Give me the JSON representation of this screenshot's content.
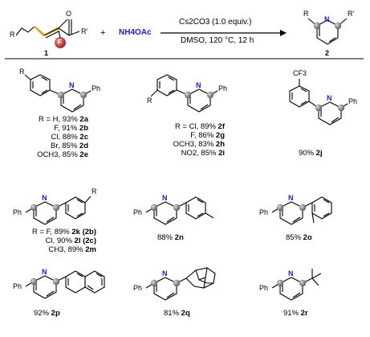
{
  "scheme": {
    "reactant_R": "R",
    "reactant_Rp": "R'",
    "reactant_O": "O",
    "reactant_F": "F",
    "reactant_number": "1",
    "plus": "+",
    "reagent": "NH4OAc",
    "condition_top": "Cs2CO3 (1.0 equiv.)",
    "condition_bottom": "DMSO, 120 °C, 12 h",
    "product_R": "R",
    "product_Rp": "R'",
    "product_N": "N",
    "product_number": "2"
  },
  "compounds": {
    "group_a": {
      "R_label": "R",
      "Ph": "Ph",
      "N": "N",
      "lines": [
        {
          "text": "R = H, 93% ",
          "id": "2a"
        },
        {
          "text": "F, 91% ",
          "id": "2b"
        },
        {
          "text": "Cl, 88% ",
          "id": "2c"
        },
        {
          "text": "Br, 85% ",
          "id": "2d"
        },
        {
          "text": "OCH3, 85% ",
          "id": "2e"
        }
      ]
    },
    "group_f": {
      "R_label": "R",
      "Ph": "Ph",
      "N": "N",
      "lines": [
        {
          "text": "R = Cl, 89% ",
          "id": "2f"
        },
        {
          "text": "F, 86% ",
          "id": "2g"
        },
        {
          "text": "OCH3, 83% ",
          "id": "2h"
        },
        {
          "text": "NO2, 85% ",
          "id": "2i"
        }
      ]
    },
    "j": {
      "CF3": "CF3",
      "Ph": "Ph",
      "N": "N",
      "yield": "90% ",
      "id": "2j"
    },
    "group_k": {
      "R_label": "R",
      "Ph": "Ph",
      "N": "N",
      "lines": [
        {
          "text": "R = F, 89% ",
          "id": "2k (2b)"
        },
        {
          "text": "Cl, 90% ",
          "id": "2l (2c)"
        },
        {
          "text": "CH3, 89% ",
          "id": "2m"
        }
      ]
    },
    "n": {
      "Ph": "Ph",
      "N": "N",
      "yield": "88% ",
      "id": "2n"
    },
    "o": {
      "Ph": "Ph",
      "N": "N",
      "yield": "85% ",
      "id": "2o"
    },
    "p": {
      "Ph": "Ph",
      "N": "N",
      "yield": "92% ",
      "id": "2p"
    },
    "q": {
      "Ph": "Ph",
      "N": "N",
      "yield": "81% ",
      "id": "2q"
    },
    "r": {
      "Ph": "Ph",
      "N": "N",
      "yield": "91% ",
      "id": "2r"
    }
  }
}
